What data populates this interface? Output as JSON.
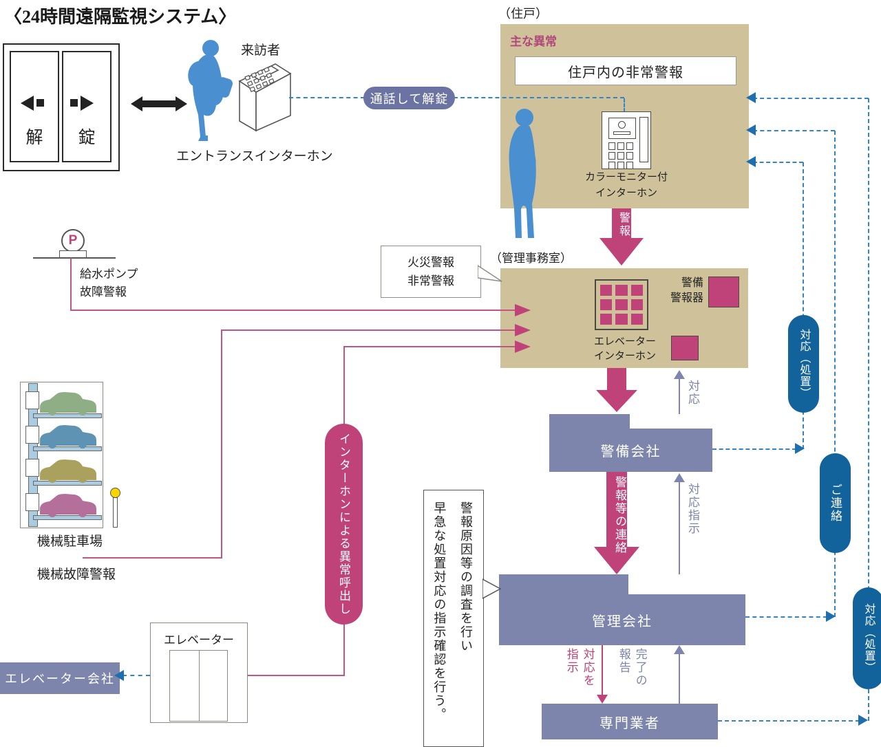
{
  "title": "〈24時間遠隔監視システム〉",
  "colors": {
    "tan_box": "#cfc29a",
    "magenta": "#bf4379",
    "slate": "#7d85ac",
    "dashed_blue": "#2e86c8",
    "dark_blue_capsule": "#12629c",
    "person_blue": "#4a8fd0"
  },
  "entrance": {
    "unlock_label": "解",
    "lock_label": "錠",
    "visitor_label": "来訪者",
    "intercom_label": "エントランスインターホン",
    "talk_unlock_capsule": "通話して解錠"
  },
  "residence": {
    "section_label": "（住戸）",
    "main_abnormal_label": "主な異常",
    "alarm_box_label": "住戸内の非常警報",
    "intercom_label": "カラーモニター付\nインターホン",
    "alarm_arrow_label": "警報"
  },
  "office": {
    "section_label": "（管理事務室）",
    "fire_alarm_note": "火災警報\n非常警報",
    "security_alarm_label": "警備\n警報器",
    "elevator_intercom_label": "エレベーター\nインターホン"
  },
  "left_side": {
    "pump_icon": "P",
    "pump_label": "給水ポンプ\n故障警報",
    "parking_label": "機械駐車場",
    "parking_alarm_label": "機械故障警報",
    "intercom_call_capsule": "インターホンによる異常呼出し",
    "elevator_label": "エレベーター",
    "elevator_company_label": "エレベーター会社"
  },
  "flow": {
    "security_company": "警備会社",
    "response_label": "対応",
    "alarm_contact_label": "警報等の連絡",
    "response_instruction_label": "対応指示",
    "management_company": "管理会社",
    "note": "警報原因等の調査を行い\n早急な処置対応の指示確認を行う。",
    "instruct_response_label": "対応を\n指示",
    "completion_report_label": "完了の\n報告",
    "specialist": "専門業者"
  },
  "right_side": {
    "response_capsule_1": "対応（処置）",
    "contact_capsule": "ご連絡",
    "response_capsule_2": "対応（処置）"
  }
}
